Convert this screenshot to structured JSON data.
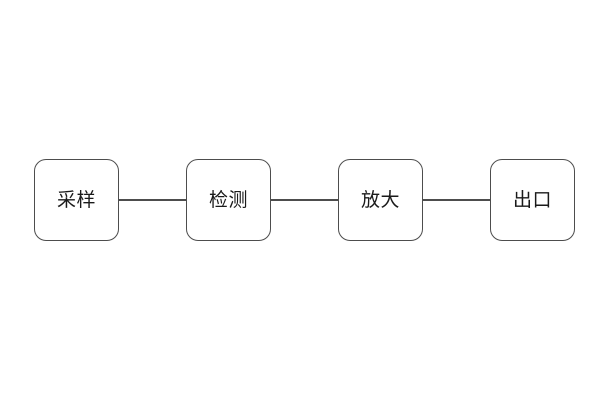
{
  "diagram": {
    "type": "flowchart",
    "direction": "horizontal",
    "nodes": [
      {
        "label": "采样"
      },
      {
        "label": "检测"
      },
      {
        "label": "放大"
      },
      {
        "label": "出口"
      }
    ],
    "connections": [
      {
        "from": "采样",
        "to": "检测",
        "style": "plain-line"
      },
      {
        "from": "检测",
        "to": "放大",
        "style": "plain-line"
      },
      {
        "from": "放大",
        "to": "出口",
        "style": "plain-line"
      }
    ],
    "colors": {
      "background": "#ffffff",
      "node_fill": "#ffffff",
      "node_border": "#4d4d4d",
      "connector": "#4d4d4d",
      "text": "#1a1a1a"
    }
  }
}
